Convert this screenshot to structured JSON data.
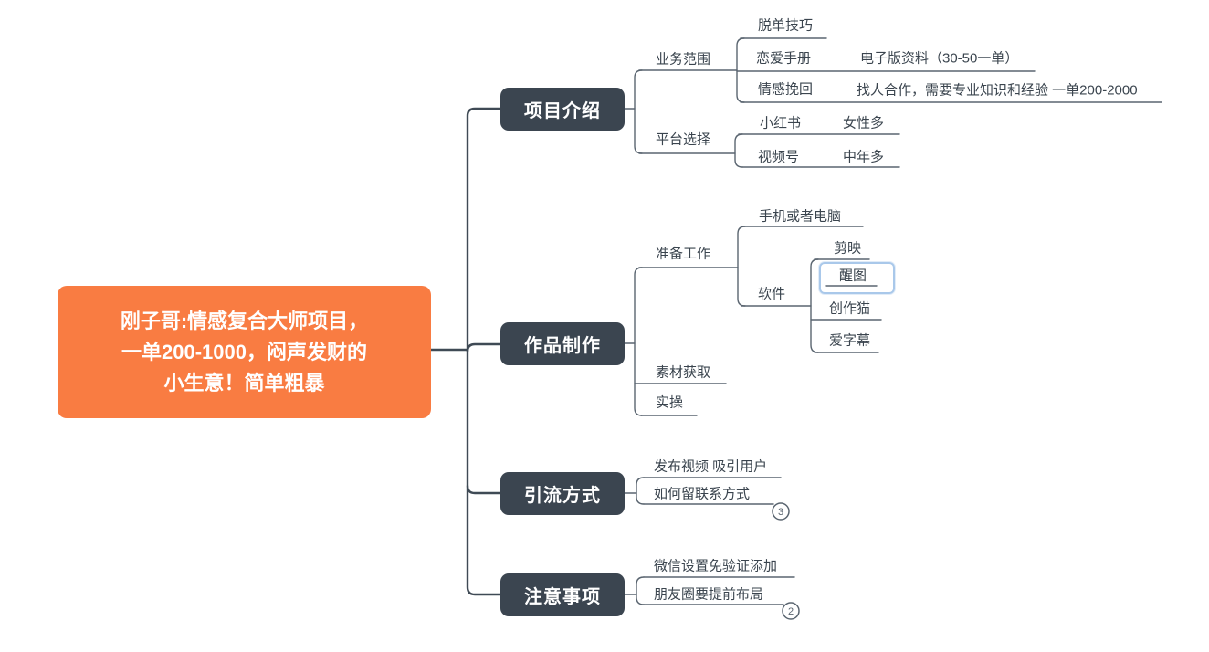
{
  "root": {
    "lines": [
      "刚子哥:情感复合大师项目，",
      "一单200-1000，闷声发财的",
      "小生意！简单粗暴"
    ]
  },
  "main": {
    "intro": "项目介绍",
    "production": "作品制作",
    "traffic": "引流方式",
    "notice": "注意事项"
  },
  "sub": {
    "biz_scope": "业务范围",
    "single_skill": "脱单技巧",
    "love_manual": "恋爱手册",
    "ebook": "电子版资料（30-50一单）",
    "emotion_recover": "情感挽回",
    "cooperation": "找人合作，需要专业知识和经验 一单200-2000",
    "platform": "平台选择",
    "xiaohongshu": "小红书",
    "female": "女性多",
    "shipinhao": "视频号",
    "midage": "中年多",
    "prepare": "准备工作",
    "device": "手机或者电脑",
    "software": "软件",
    "jianying": "剪映",
    "xingtu": "醒图",
    "chuangzuomao": "创作猫",
    "aizimu": "爱字幕",
    "material": "素材获取",
    "practice": "实操",
    "publish": "发布视频 吸引用户",
    "contact": "如何留联系方式",
    "wechat": "微信设置免验证添加",
    "moments": "朋友圈要提前布局"
  },
  "badges": {
    "contact_count": "3",
    "moments_count": "2"
  },
  "colors": {
    "root_bg": "#F97C42",
    "main_node_bg": "#3B4550",
    "main_line": "#3F4A55",
    "sub_line": "#5A6570",
    "sub_text": "#3A444E",
    "selection_border": "#A9C8EA",
    "badge": "#5A6570",
    "canvas_bg": "#FFFFFF"
  }
}
